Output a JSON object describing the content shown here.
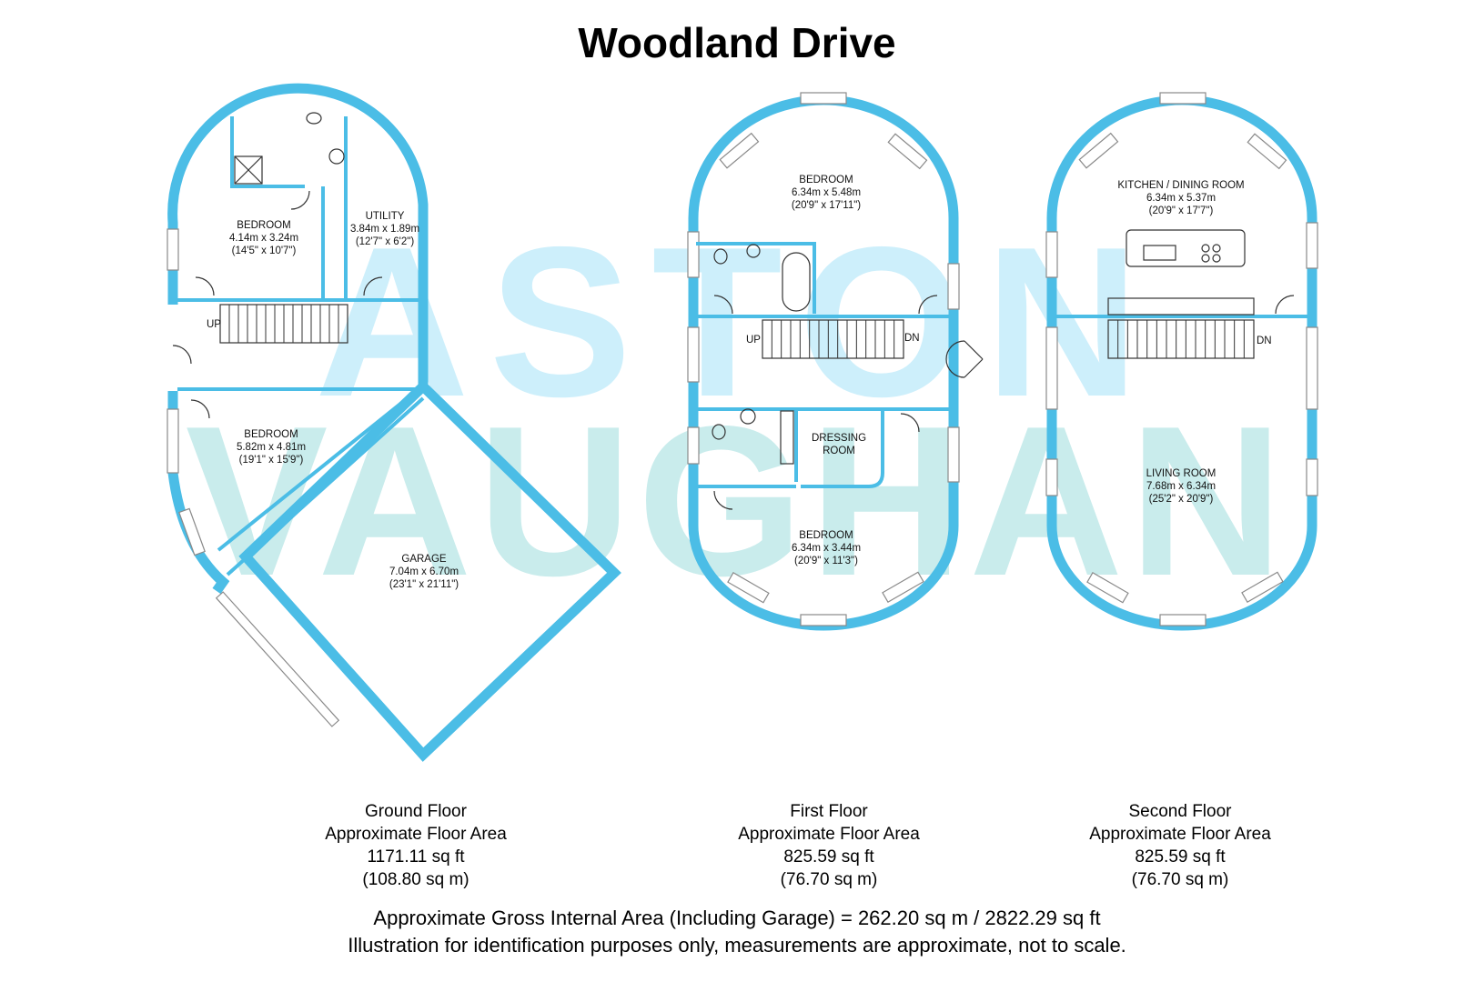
{
  "title": "Woodland Drive",
  "watermark": {
    "line1": "ASTON",
    "line2": "VAUGHAN",
    "color_top": "#cdeffb",
    "color_bottom": "#c9ecec"
  },
  "colors": {
    "wall": "#4bbde6"
  },
  "floors": [
    {
      "name": "Ground Floor",
      "area_label": "Approximate Floor Area",
      "sq_ft": "1171.11 sq ft",
      "sq_m": "(108.80 sq m)"
    },
    {
      "name": "First Floor",
      "area_label": "Approximate Floor Area",
      "sq_ft": "825.59 sq ft",
      "sq_m": "(76.70 sq m)"
    },
    {
      "name": "Second Floor",
      "area_label": "Approximate Floor Area",
      "sq_ft": "825.59 sq ft",
      "sq_m": "(76.70 sq m)"
    }
  ],
  "rooms": {
    "g_bedroom1": {
      "name": "BEDROOM",
      "metric": "4.14m x 3.24m",
      "imperial": "(14'5\" x 10'7\")"
    },
    "g_utility": {
      "name": "UTILITY",
      "metric": "3.84m x 1.89m",
      "imperial": "(12'7\" x 6'2\")"
    },
    "g_bedroom2": {
      "name": "BEDROOM",
      "metric": "5.82m x 4.81m",
      "imperial": "(19'1\" x 15'9\")"
    },
    "g_garage": {
      "name": "GARAGE",
      "metric": "7.04m x 6.70m",
      "imperial": "(23'1\" x 21'11\")"
    },
    "f_bedroom1": {
      "name": "BEDROOM",
      "metric": "6.34m x 5.48m",
      "imperial": "(20'9\" x 17'11\")"
    },
    "f_dressing": {
      "name": "DRESSING",
      "name2": "ROOM"
    },
    "f_bedroom2": {
      "name": "BEDROOM",
      "metric": "6.34m x 3.44m",
      "imperial": "(20'9\" x 11'3\")"
    },
    "s_kitchen": {
      "name": "KITCHEN / DINING ROOM",
      "metric": "6.34m x 5.37m",
      "imperial": "(20'9\" x 17'7\")"
    },
    "s_living": {
      "name": "LIVING ROOM",
      "metric": "7.68m x 6.34m",
      "imperial": "(25'2\" x 20'9\")"
    }
  },
  "stairs": {
    "up": "UP",
    "down": "DN"
  },
  "gross_area": "Approximate Gross Internal Area (Including Garage) = 262.20 sq m / 2822.29 sq ft",
  "disclaimer": "Illustration for identification purposes only, measurements are approximate, not to scale."
}
